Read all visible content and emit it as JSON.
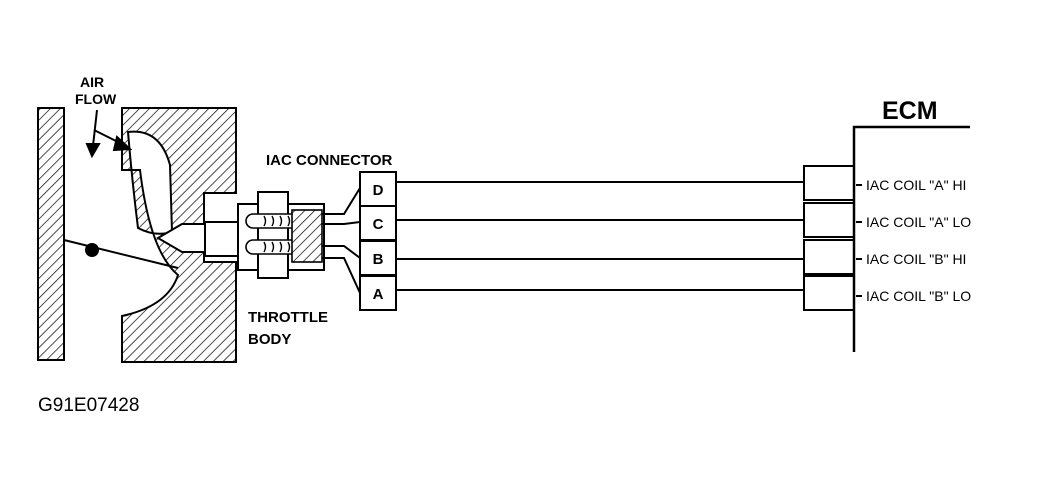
{
  "labels": {
    "air_flow_line1": "AIR",
    "air_flow_line2": "FLOW",
    "iac_connector": "IAC CONNECTOR",
    "throttle_line1": "THROTTLE",
    "throttle_line2": "BODY",
    "ecm": "ECM",
    "figure_code": "G91E07428"
  },
  "connector_pins": [
    "D",
    "C",
    "B",
    "A"
  ],
  "ecm_terminals": [
    "IAC COIL \"A\" HI",
    "IAC COIL \"A\" LO",
    "IAC COIL \"B\" HI",
    "IAC COIL \"B\" LO"
  ]
}
